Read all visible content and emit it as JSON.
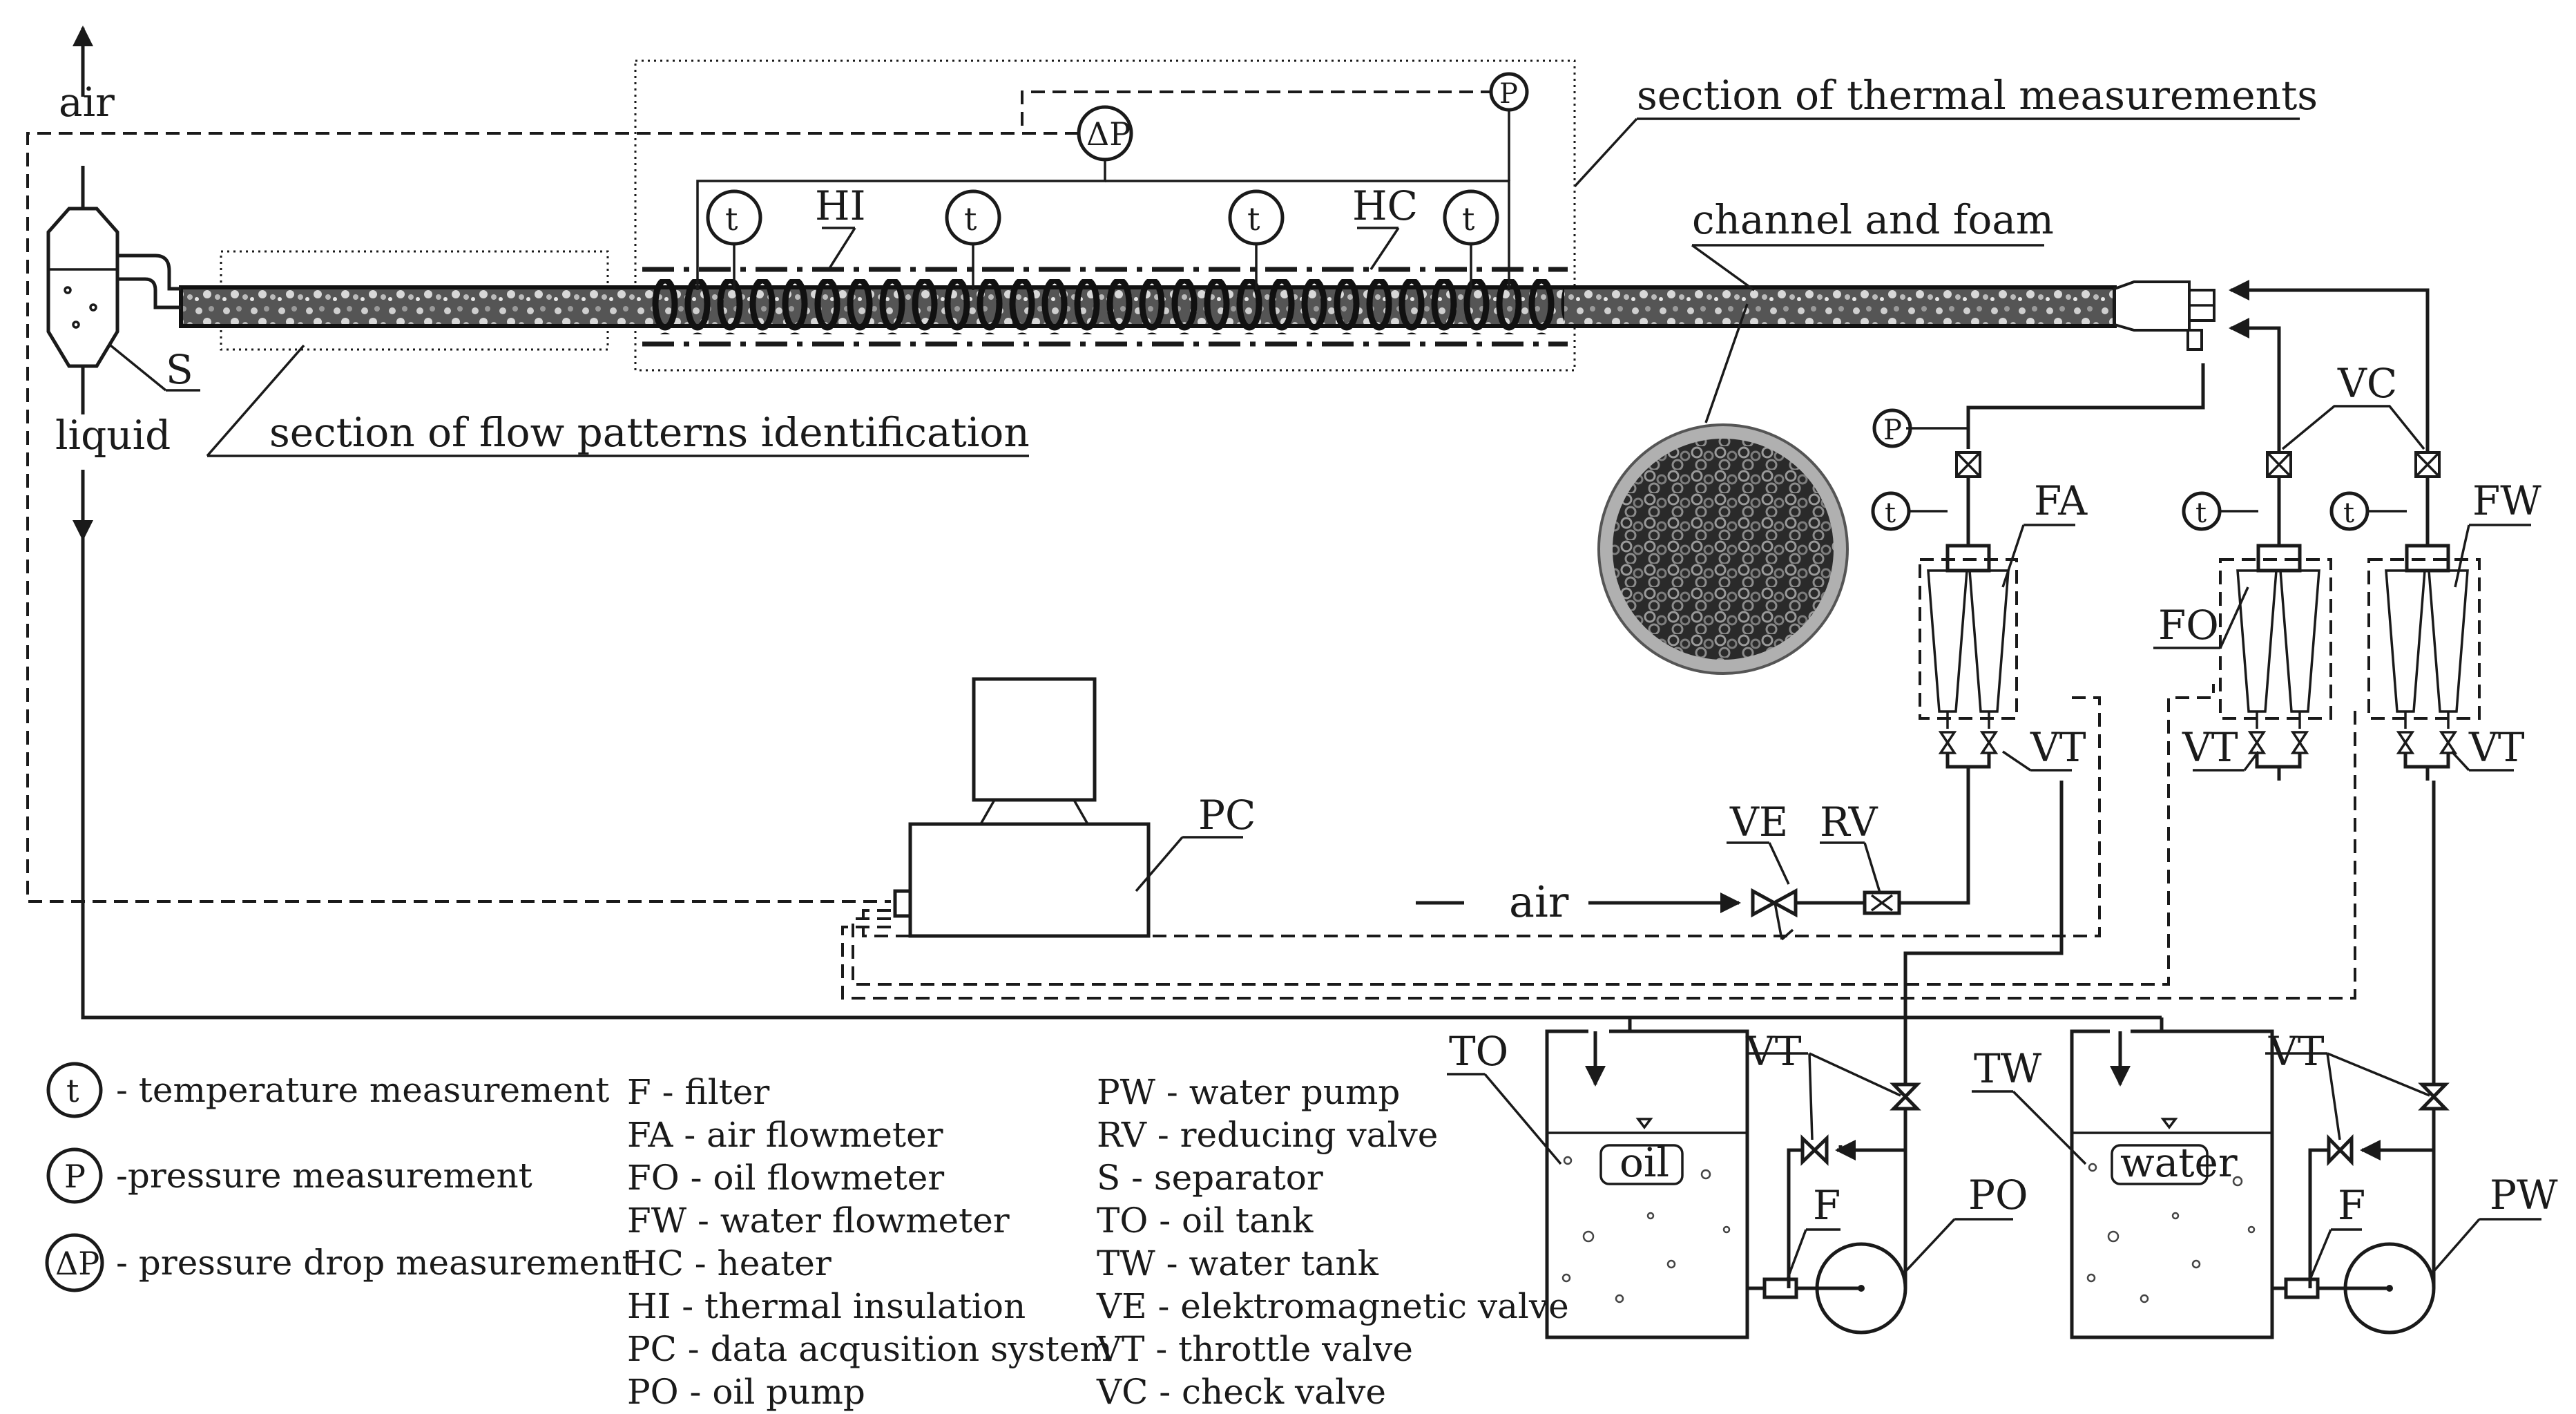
{
  "labels": {
    "air_top": "air",
    "liquid": "liquid",
    "separator": "S",
    "flow_section": "section of flow patterns identification",
    "thermal_section": "section of thermal measurements",
    "channel_foam": "channel and foam",
    "hi": "HI",
    "hc": "HC",
    "t": "t",
    "p": "P",
    "dp": "ΔP",
    "pc": "PC",
    "air_inlet": "air",
    "ve": "VE",
    "rv": "RV",
    "fa": "FA",
    "fo": "FO",
    "fw": "FW",
    "vc": "VC",
    "vt": "VT",
    "to": "TO",
    "tw": "TW",
    "oil": "oil",
    "water": "water",
    "f": "F",
    "po": "PO",
    "pw": "PW"
  },
  "legend_symbols": [
    {
      "symbol": "t",
      "text": "- temperature measurement"
    },
    {
      "symbol": "P",
      "text": "-pressure measurement"
    },
    {
      "symbol": "ΔP",
      "text": "- pressure drop measurement"
    }
  ],
  "legend_col1": [
    "F - filter",
    "FA - air flowmeter",
    "FO - oil flowmeter",
    "FW - water flowmeter",
    "HC - heater",
    "HI - thermal  insulation",
    "PC - data acqusition system",
    "PO - oil pump"
  ],
  "legend_col2": [
    "PW - water pump",
    "RV - reducing valve",
    "S - separator",
    "TO - oil tank",
    "TW - water  tank",
    "VE - elektromagnetic valve",
    "VT - throttle valve",
    "VC - check valve"
  ]
}
